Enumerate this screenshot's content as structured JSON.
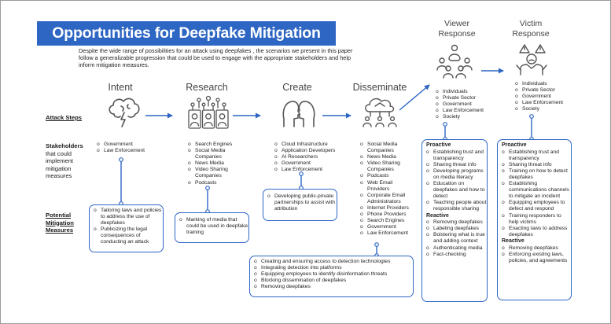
{
  "title": "Opportunities for Deepfake Mitigation",
  "intro": "Despite the wide range of possibilities for an attack using  deepfakes , the scenarios we present in this paper follow a generalizable progression that could be used to engage with the appropriate stakeholders and help inform mitigation measures.",
  "colors": {
    "accent": "#2e66c4",
    "icon": "#555555"
  },
  "row_labels": {
    "attack_steps": "Attack Steps",
    "stakeholders_bold": "Stakeholders",
    "stakeholders_rest": "that could implement mitigation measures",
    "potential": "Potential Mitigation Measures"
  },
  "columns": {
    "intent": {
      "heading": "Intent",
      "icon": "brain-lightning-icon",
      "stakeholders": [
        "Government",
        "Law Enforcement"
      ],
      "measures": [
        "Tailoring laws and policies to address the use of deepfakes",
        "Publicizing the legal consequences of conducting an attack"
      ]
    },
    "research": {
      "heading": "Research",
      "icon": "network-people-icon",
      "stakeholders": [
        "Search Engines",
        "Social Media Companies",
        "News Media",
        "Video Sharing Companies",
        "Podcasts"
      ],
      "measures": [
        "Marking of media that could be used in deepfake training"
      ]
    },
    "create": {
      "heading": "Create",
      "icon": "two-faces-icon",
      "stakeholders": [
        "Cloud Infrastructure",
        "Application Developers",
        "AI Researchers",
        "Government",
        "Law Enforcement"
      ],
      "measures": [
        "Developing public-private partnerships to assist with attribution"
      ]
    },
    "disseminate": {
      "heading": "Disseminate",
      "icon": "cloud-broadcast-icon",
      "stakeholders": [
        "Social Media Companies",
        "News Media",
        "Video Sharing Companies",
        "Podcasts",
        "Web Email Providers",
        "Corporate Email Administrators",
        "Internet Providers",
        "Phone Providers",
        "Search Engines",
        "Government",
        "Law Enforcement"
      ]
    },
    "shared_measures": [
      "Creating and ensuring access to detection technologies",
      "Integrating detection into platforms",
      "Equipping employees to identify disinformation threats",
      "Blocking dissemination of deepfakes",
      "Removing deepfakes"
    ],
    "viewer": {
      "heading_line1": "Viewer",
      "heading_line2": "Response",
      "icon": "audience-icon",
      "stakeholders": [
        "Individuals",
        "Private Sector",
        "Government",
        "Law Enforcement",
        "Society"
      ],
      "proactive_label": "Proactive",
      "proactive": [
        "Establishing trust and transparency",
        "Sharing threat info",
        "Developing programs on media literacy",
        "Education on deepfakes and how to detect",
        "Teaching people about responsible sharing"
      ],
      "reactive_label": "Reactive",
      "reactive": [
        "Removing deepfakes",
        "Labeling deepfakes",
        "Bolstering what is true and adding context",
        "Authenticating media",
        "Fact-checking"
      ]
    },
    "victim": {
      "heading_line1": "Victim",
      "heading_line2": "Response",
      "icon": "distressed-person-icon",
      "stakeholders": [
        "Individuals",
        "Private Sector",
        "Government",
        "Law Enforcement",
        "Society"
      ],
      "proactive_label": "Proactive",
      "proactive": [
        "Establishing trust and transparency",
        "Sharing threat info",
        "Training on how to detect deepfakes",
        "Establishing communications channels to mitigate an incident",
        "Equipping employees to defect and respond",
        "Training responders to help victims",
        "Enacting laws to address deepfakes"
      ],
      "reactive_label": "Reactive",
      "reactive": [
        "Removing deepfakes",
        "Enforcing existing laws, policies, and agreements"
      ]
    }
  }
}
